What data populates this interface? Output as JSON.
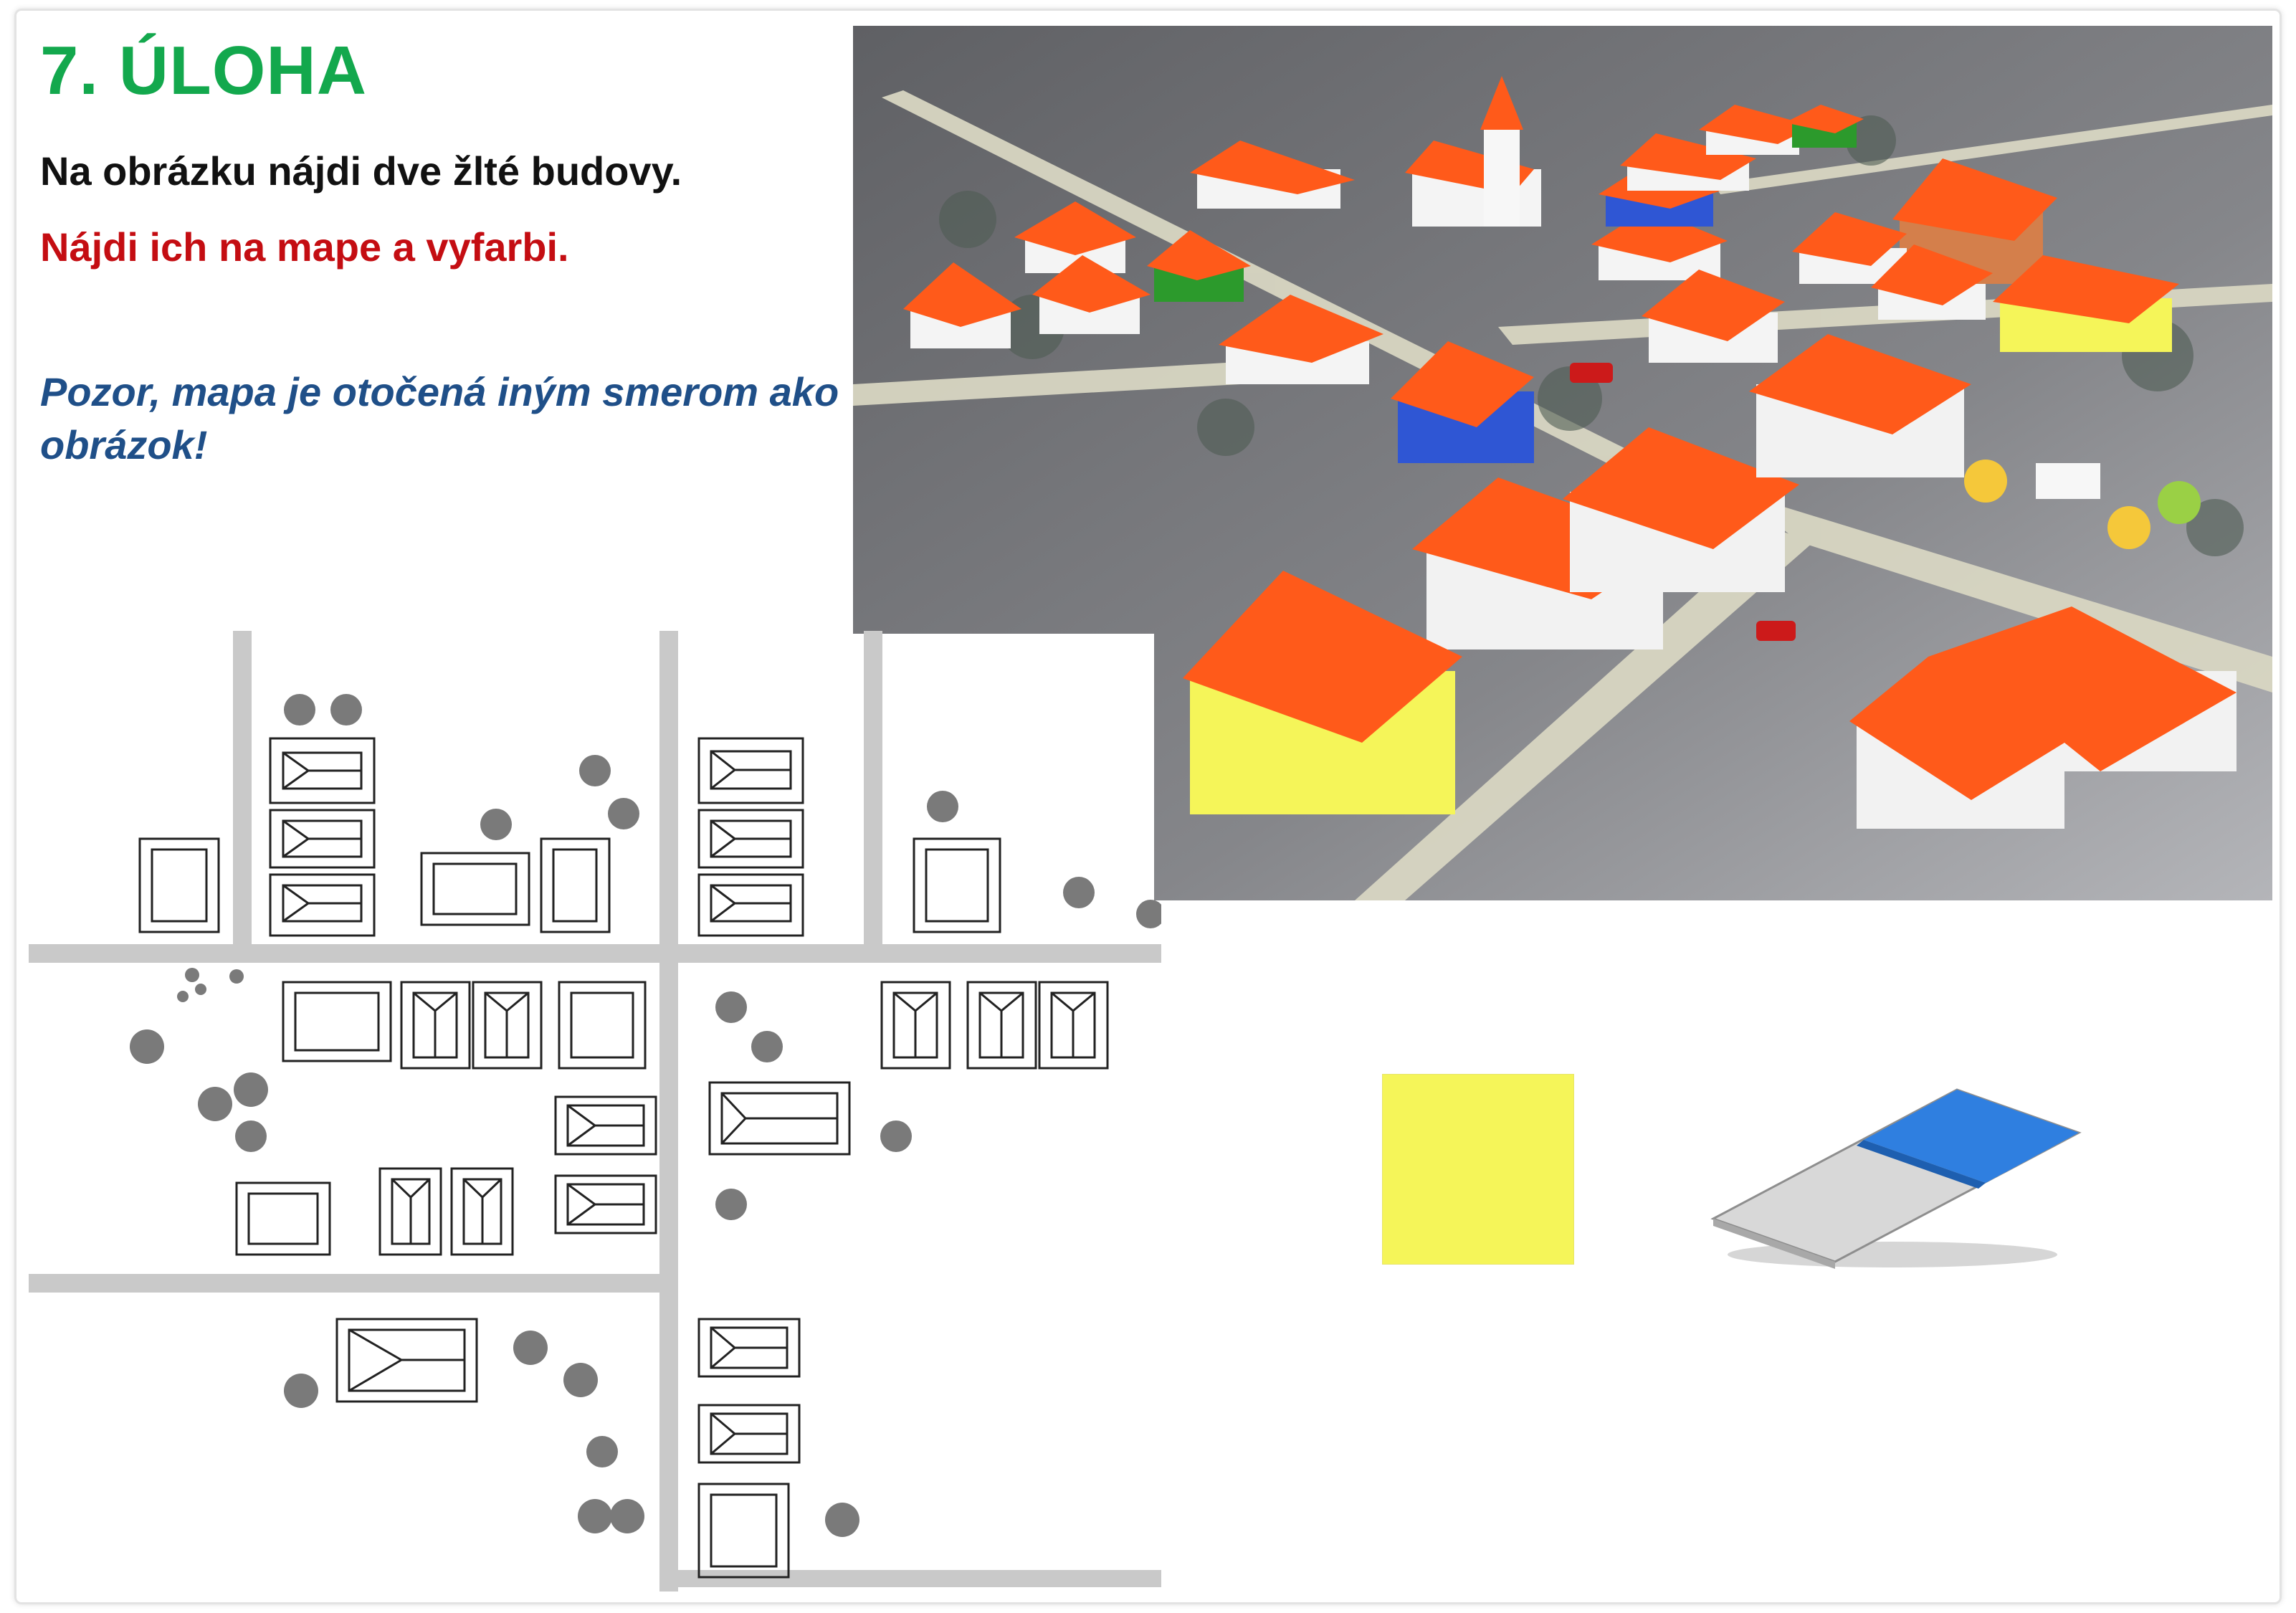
{
  "task": {
    "title": "7.  ÚLOHA",
    "line1": "Na obrázku nájdi dve žlté budovy.",
    "line2": "Nájdi ich na mape a vyfarbi.",
    "warning": "Pozor, mapa je otočená iným smerom ako obrázok!"
  },
  "icons": {
    "scene": "village-3d-illustration",
    "map": "village-top-down-map",
    "swatch": "yellow-color-swatch",
    "eraser": "eraser-icon"
  },
  "colors": {
    "title": "#13a84d",
    "line1": "#111111",
    "line2": "#c40d12",
    "warning": "#1f4f88",
    "roof": "#ff5a1a",
    "yellow": "#f5f559",
    "blue_building": "#2f56d4",
    "green_building": "#2c9a2c",
    "road": "#d9d8c4",
    "ground": "#7e7e82"
  }
}
